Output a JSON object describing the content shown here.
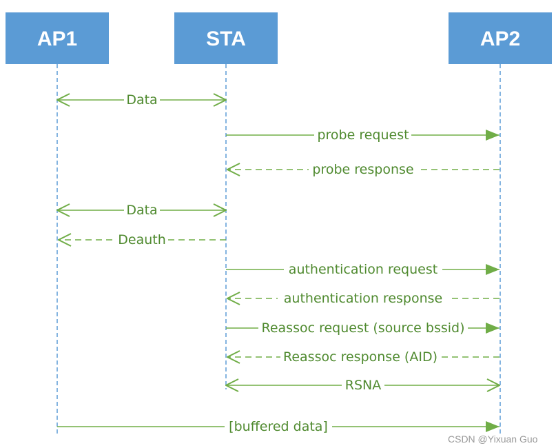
{
  "actors": [
    {
      "id": "ap1",
      "label": "AP1"
    },
    {
      "id": "sta",
      "label": "STA"
    },
    {
      "id": "ap2",
      "label": "AP2"
    }
  ],
  "colors": {
    "actor_fill": "#5b9bd5",
    "actor_text": "#ffffff",
    "lifeline": "#5b9bd5",
    "arrow": "#70ad47",
    "label": "#4f8a2f",
    "watermark": "#999999"
  },
  "messages": [
    {
      "label": "Data",
      "from": "ap1",
      "to": "sta",
      "style": "solid",
      "heads": "both-open"
    },
    {
      "label": "probe request",
      "from": "sta",
      "to": "ap2",
      "style": "solid",
      "heads": "end-filled"
    },
    {
      "label": "probe response",
      "from": "ap2",
      "to": "sta",
      "style": "dashed",
      "heads": "end-open"
    },
    {
      "label": "Data",
      "from": "ap1",
      "to": "sta",
      "style": "solid",
      "heads": "both-open"
    },
    {
      "label": "Deauth",
      "from": "sta",
      "to": "ap1",
      "style": "dashed",
      "heads": "end-open"
    },
    {
      "label": "authentication request",
      "from": "sta",
      "to": "ap2",
      "style": "solid",
      "heads": "end-filled"
    },
    {
      "label": "authentication response",
      "from": "ap2",
      "to": "sta",
      "style": "dashed",
      "heads": "end-open"
    },
    {
      "label": "Reassoc request (source bssid)",
      "from": "sta",
      "to": "ap2",
      "style": "solid",
      "heads": "end-filled"
    },
    {
      "label": "Reassoc response (AID)",
      "from": "ap2",
      "to": "sta",
      "style": "dashed",
      "heads": "end-open"
    },
    {
      "label": "RSNA",
      "from": "sta",
      "to": "ap2",
      "style": "solid",
      "heads": "both-open"
    },
    {
      "label": "[buffered data]",
      "from": "ap1",
      "to": "ap2",
      "style": "solid",
      "heads": "end-filled"
    }
  ],
  "watermark": "CSDN @Yixuan Guo"
}
